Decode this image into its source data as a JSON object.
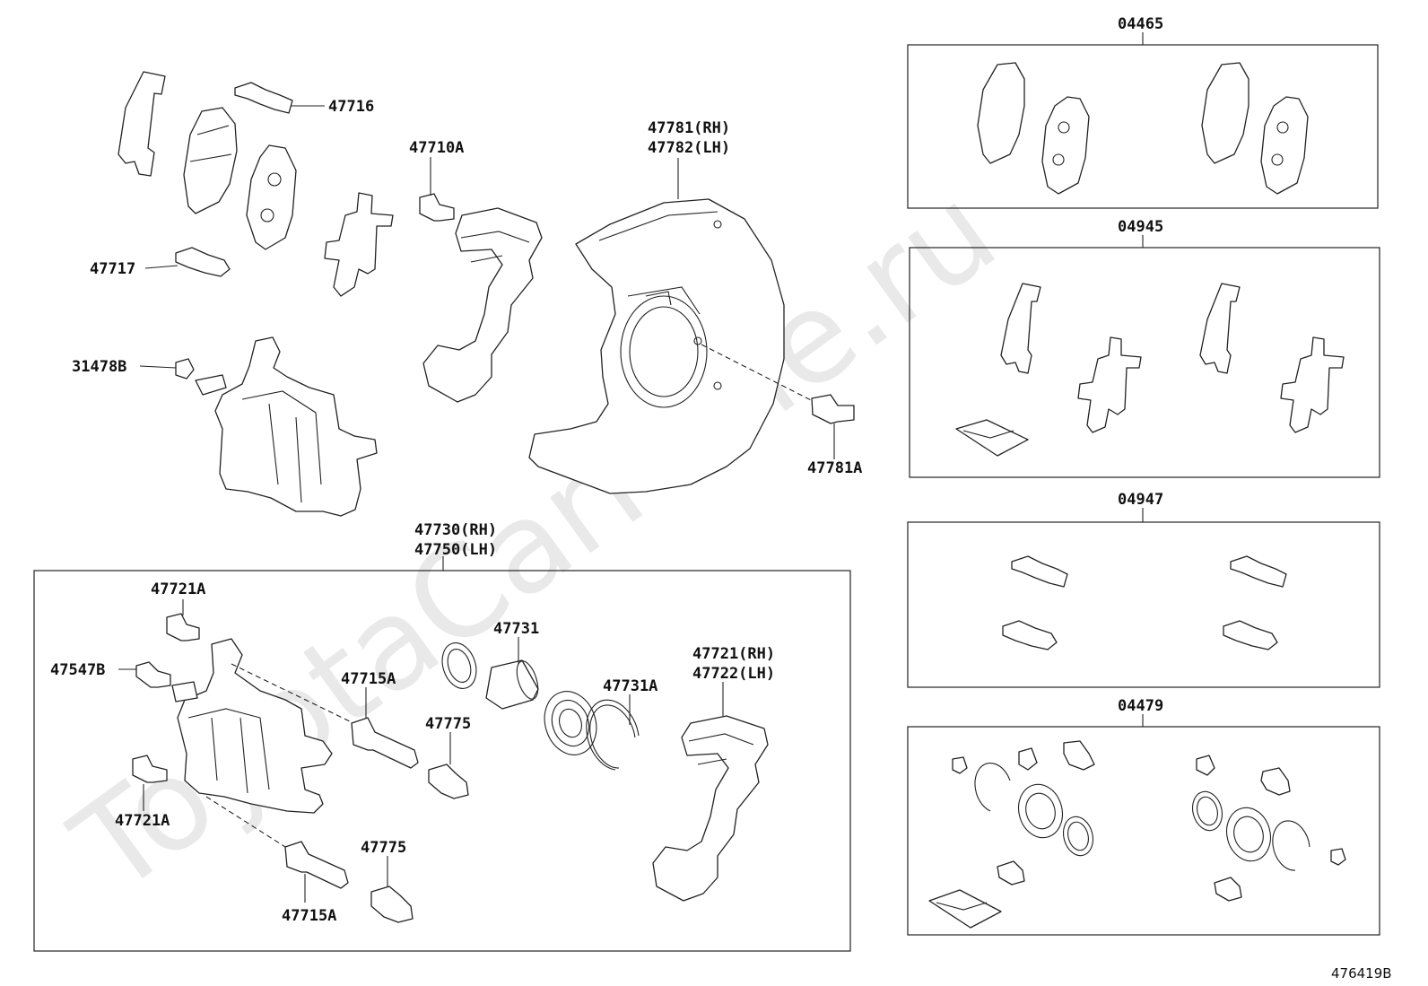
{
  "watermark": "ToyotaCarMine.ru",
  "figure_code": "476419B",
  "labels": {
    "p47716": "47716",
    "p47717": "47717",
    "p47710A": "47710A",
    "p47781_rh": "47781(RH)",
    "p47782_lh": "47782(LH)",
    "p31478B": "31478B",
    "p47781A": "47781A",
    "p47730_rh": "47730(RH)",
    "p47750_lh": "47750(LH)",
    "p47721A_top": "47721A",
    "p47547B": "47547B",
    "p47715A_top": "47715A",
    "p47731": "47731",
    "p47731A": "47731A",
    "p47775_top": "47775",
    "p47721_rh": "47721(RH)",
    "p47722_lh": "47722(LH)",
    "p47721A_bottom": "47721A",
    "p47775_bottom": "47775",
    "p47715A_bottom": "47715A"
  },
  "kits": {
    "k04465": "04465",
    "k04945": "04945",
    "k04947": "04947",
    "k04479": "04479"
  }
}
